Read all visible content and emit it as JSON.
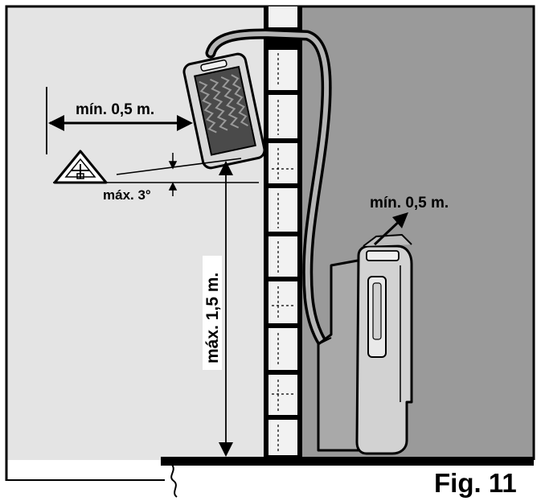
{
  "labels": {
    "outdoor_clearance": "mín. 0,5 m.",
    "tilt": "máx. 3°",
    "height": "máx. 1,5 m.",
    "indoor_clearance": "mín. 0,5 m.",
    "figure": "Fig. 11"
  },
  "colors": {
    "interior_wall": "#9a9a9a",
    "exterior_bg": "#e4e4e4",
    "frame": "#000000",
    "unit_body": "#cfcfcf"
  }
}
